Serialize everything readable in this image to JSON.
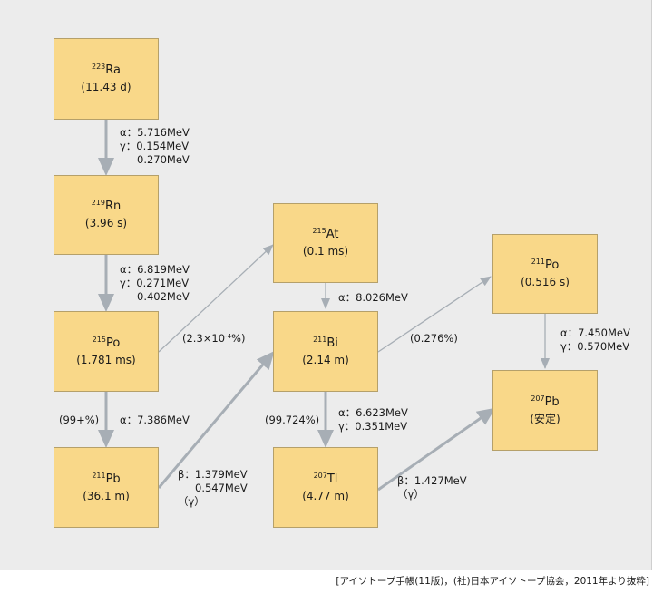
{
  "nuclides": {
    "ra223": {
      "mass": "223",
      "symbol": "Ra",
      "halflife": "(11.43 d)"
    },
    "rn219": {
      "mass": "219",
      "symbol": "Rn",
      "halflife": "(3.96 s)"
    },
    "po215": {
      "mass": "215",
      "symbol": "Po",
      "halflife": "(1.781 ms)"
    },
    "pb211": {
      "mass": "211",
      "symbol": "Pb",
      "halflife": "(36.1 m)"
    },
    "at215": {
      "mass": "215",
      "symbol": "At",
      "halflife": "(0.1 ms)"
    },
    "bi211": {
      "mass": "211",
      "symbol": "Bi",
      "halflife": "(2.14 m)"
    },
    "tl207": {
      "mass": "207",
      "symbol": "Tl",
      "halflife": "(4.77 m)"
    },
    "po211": {
      "mass": "211",
      "symbol": "Po",
      "halflife": "(0.516 s)"
    },
    "pb207": {
      "mass": "207",
      "symbol": "Pb",
      "halflife": "(安定)"
    }
  },
  "decays": {
    "ra_rn": {
      "alpha": "α：5.716MeV",
      "gamma1": "γ：0.154MeV",
      "gamma2": "0.270MeV"
    },
    "rn_po": {
      "alpha": "α：6.819MeV",
      "gamma1": "γ：0.271MeV",
      "gamma2": "0.402MeV"
    },
    "po_pb": {
      "alpha": "α：7.386MeV",
      "branch": "(99+%)"
    },
    "po_at": {
      "branch_prefix": "(2.3×10",
      "branch_exp": "-4",
      "branch_suffix": "%)"
    },
    "at_bi": {
      "alpha": "α：8.026MeV"
    },
    "pb_bi": {
      "beta": "β：1.379MeV",
      "beta2": "0.547MeV",
      "gamma": "（γ）"
    },
    "bi_tl": {
      "alpha": "α：6.623MeV",
      "gamma1": "γ：0.351MeV",
      "branch": "(99.724%)"
    },
    "bi_po": {
      "branch": "(0.276%)"
    },
    "po_pbstable": {
      "alpha": "α：7.450MeV",
      "gamma1": "γ：0.570MeV"
    },
    "tl_pb": {
      "beta": "β：1.427MeV",
      "gamma": "（γ）"
    }
  },
  "source": "[アイソトープ手帳(11版)，(社)日本アイソトープ協会，2011年より抜粋]",
  "colors": {
    "box": "#f9d889",
    "arrow": "#a7aeb5",
    "panel": "#ececec"
  }
}
